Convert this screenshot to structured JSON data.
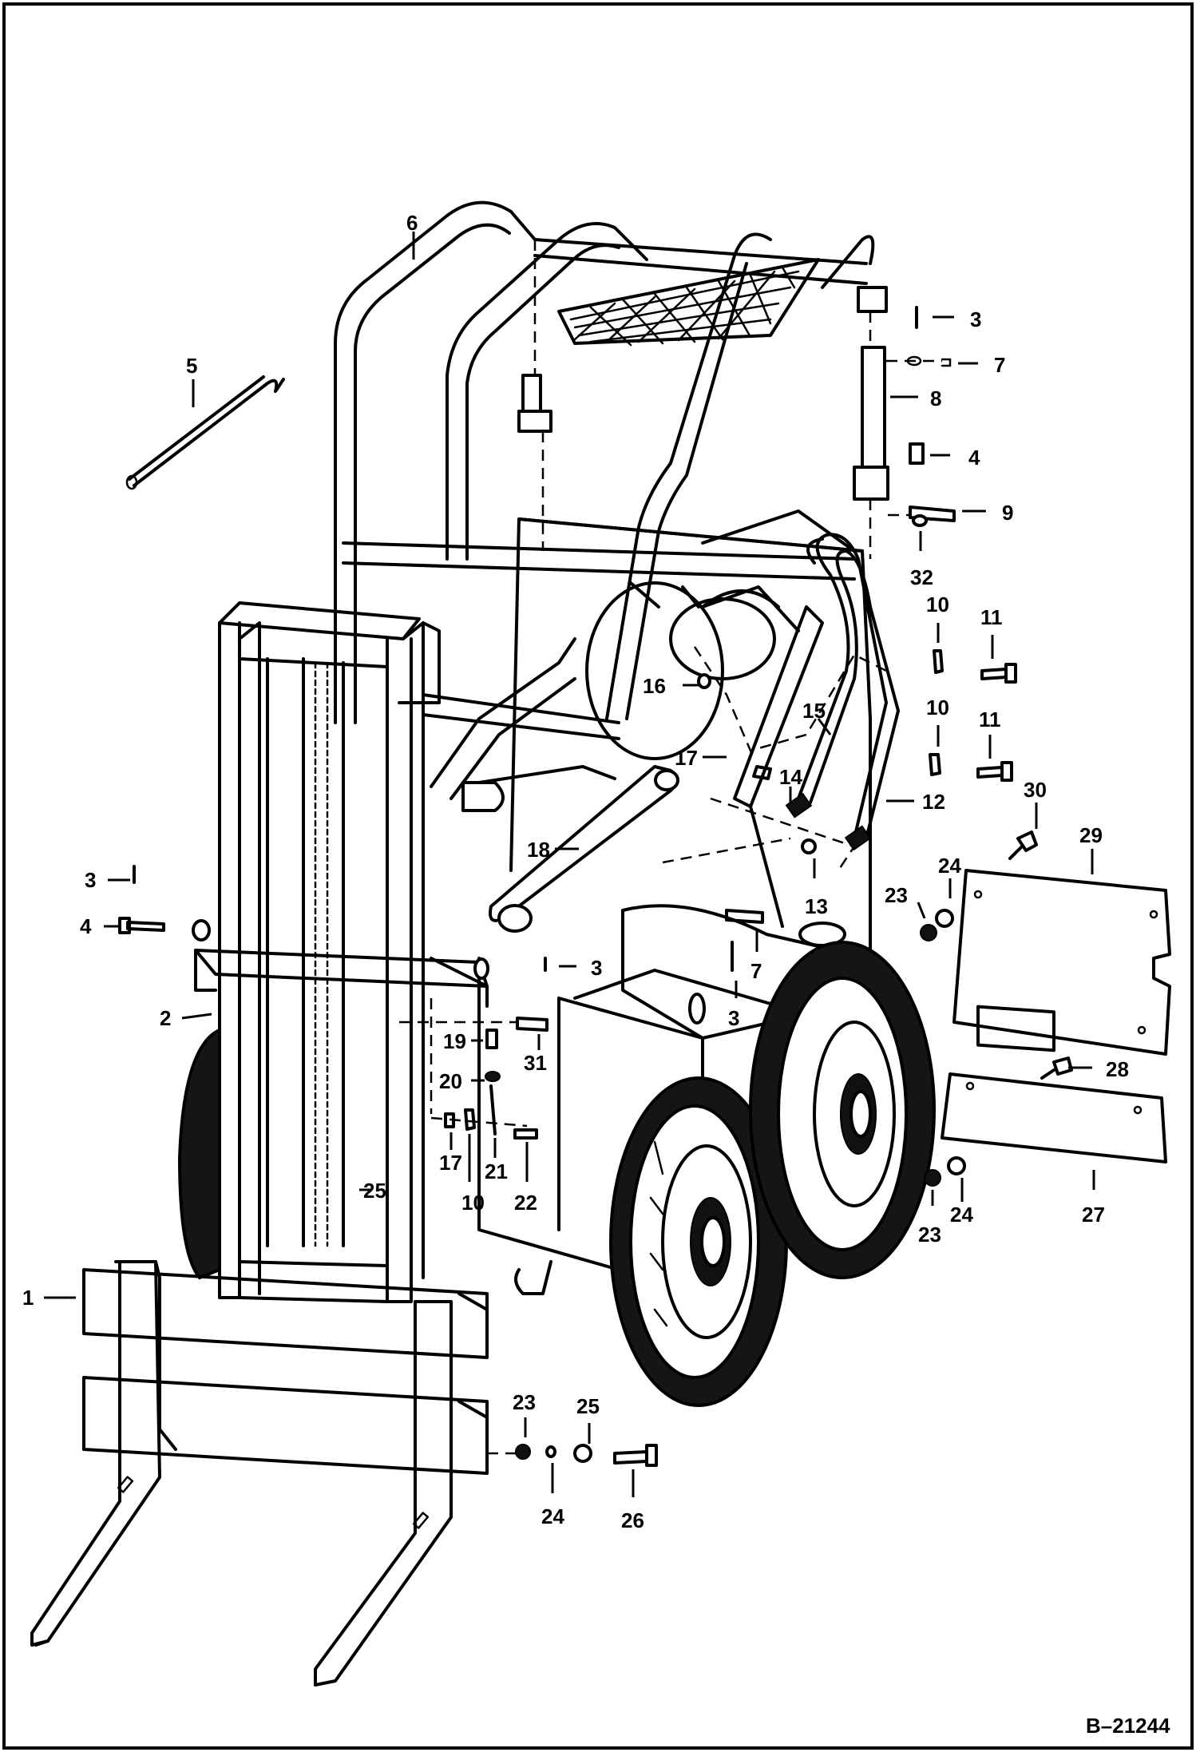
{
  "callouts": {
    "c1": "1",
    "c2": "2",
    "c3a": "3",
    "c3b": "3",
    "c3c": "3",
    "c3d": "3",
    "c4a": "4",
    "c4b": "4",
    "c5": "5",
    "c6": "6",
    "c7a": "7",
    "c7b": "7",
    "c8": "8",
    "c9": "9",
    "c10a": "10",
    "c10b": "10",
    "c10c": "10",
    "c11a": "11",
    "c11b": "11",
    "c12": "12",
    "c13": "13",
    "c14": "14",
    "c15": "15",
    "c16": "16",
    "c17a": "17",
    "c17b": "17",
    "c18": "18",
    "c19": "19",
    "c20": "20",
    "c21": "21",
    "c22": "22",
    "c23a": "23",
    "c23b": "23",
    "c23c": "23",
    "c24a": "24",
    "c24b": "24",
    "c24c": "24",
    "c25a": "25",
    "c25b": "25",
    "c26": "26",
    "c27": "27",
    "c28": "28",
    "c29": "29",
    "c30": "30",
    "c31": "31",
    "c32": "32"
  },
  "drawing_ref": "B–21244"
}
